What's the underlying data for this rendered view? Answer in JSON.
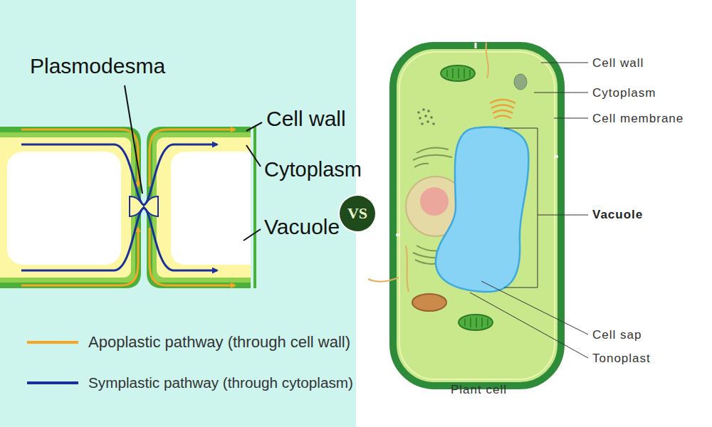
{
  "diagram": {
    "nodes": [
      {
        "text": [
          "VS"
        ]
      }
    ],
    "labels": [
      "Plasmodesma",
      "Cell wall",
      "Cytoplasm",
      "Vacuole",
      "Cell wall",
      "Cytoplasm",
      "Cell membrane",
      "Vacuole",
      "Cell sap",
      "Tonoplast",
      "Plant cell"
    ],
    "legend": [
      {
        "text": "Apoplastic pathway (through cell wall)",
        "color": "#f5a623"
      },
      {
        "text": "Symplastic pathway (through cytoplasm)",
        "color": "#1a2f9a"
      }
    ]
  }
}
